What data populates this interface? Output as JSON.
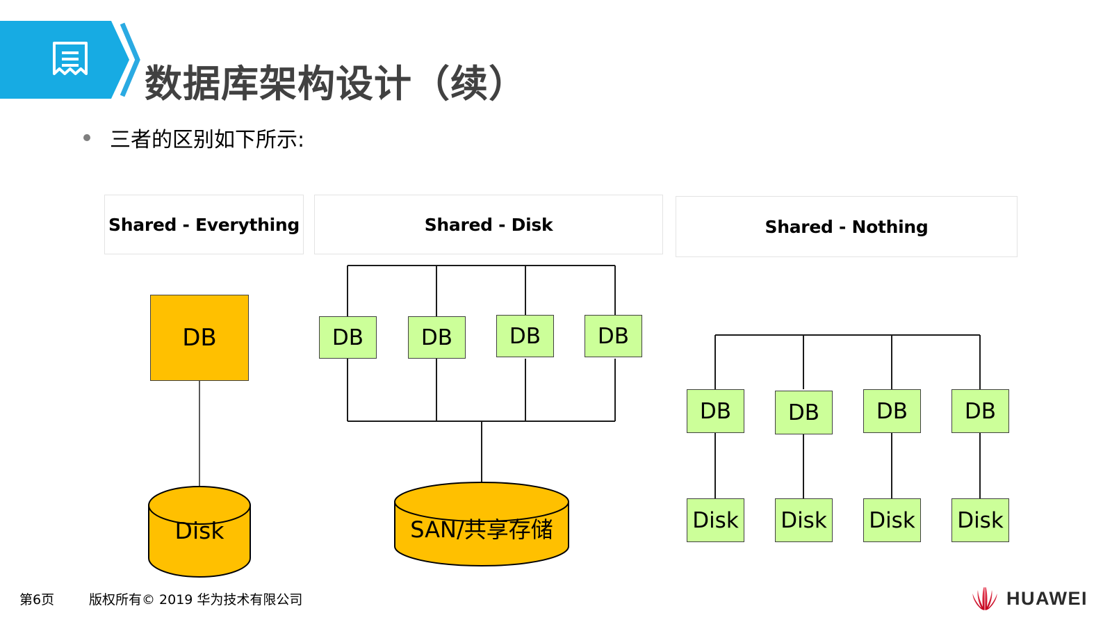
{
  "header": {
    "title": "数据库架构设计（续）",
    "icon": "document-receipt-icon",
    "banner_color": "#17ABE3",
    "title_color": "#414141"
  },
  "bullet": {
    "text": "三者的区别如下所示:",
    "marker_color": "#7f7f7f"
  },
  "sections": [
    {
      "label": "Shared - Everything"
    },
    {
      "label": "Shared - Disk"
    },
    {
      "label": "Shared - Nothing"
    }
  ],
  "diagram": {
    "colors": {
      "green_node": "#CCFF99",
      "orange_node": "#FFC000",
      "node_border": "#404040",
      "connector": "#595959"
    },
    "shared_everything": {
      "db_label": "DB",
      "disk_label": "Disk"
    },
    "shared_disk": {
      "db_labels": [
        "DB",
        "DB",
        "DB",
        "DB"
      ],
      "storage_label": "SAN/共享存储"
    },
    "shared_nothing": {
      "db_labels": [
        "DB",
        "DB",
        "DB",
        "DB"
      ],
      "disk_labels": [
        "Disk",
        "Disk",
        "Disk",
        "Disk"
      ]
    }
  },
  "footer": {
    "page_label": "第6页",
    "copyright": "版权所有© 2019 华为技术有限公司",
    "brand": "HUAWEI",
    "brand_color": "#CF0A2C"
  }
}
